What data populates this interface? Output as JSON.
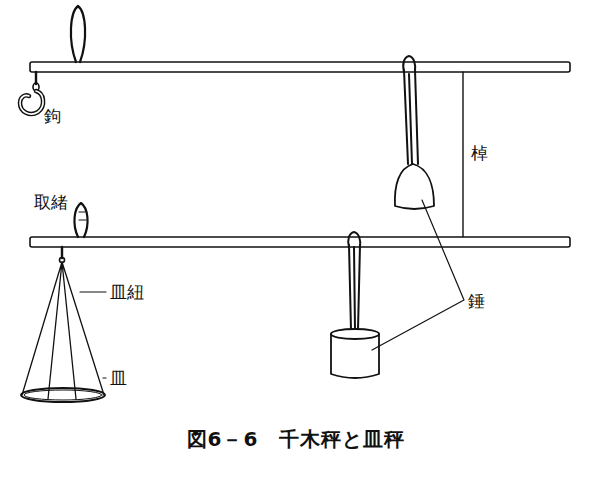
{
  "diagram": {
    "caption": "図6－6　千木秤と皿秤",
    "labels": [
      "鉤",
      "棹",
      "取緒",
      "皿紐",
      "皿",
      "錘"
    ]
  }
}
